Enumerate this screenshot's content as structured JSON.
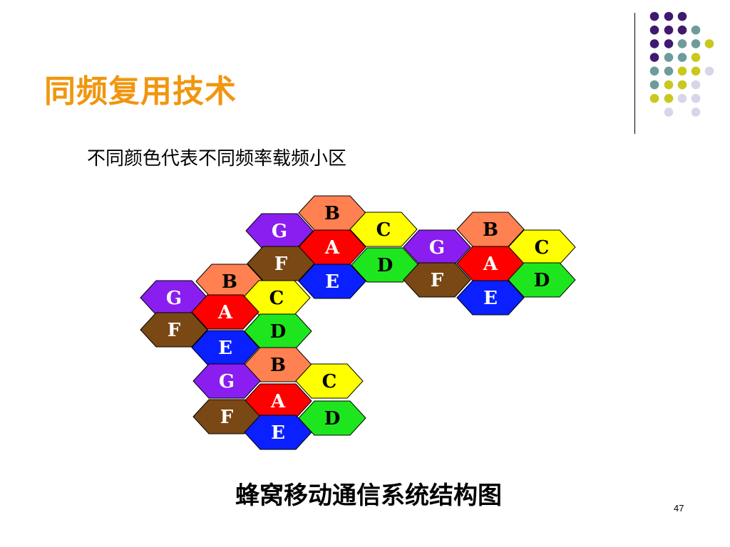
{
  "slide": {
    "title": "同频复用技术",
    "subtitle": "不同颜色代表不同频率载频小区",
    "caption": "蜂窝移动通信系统结构图",
    "page_number": "47"
  },
  "colors": {
    "title": "#f0960f",
    "A": "#ff0000",
    "B": "#ff8050",
    "C": "#ffff00",
    "D": "#1ee61e",
    "E": "#0a20ff",
    "F": "#7a4814",
    "G": "#8a1ef0"
  },
  "label_colors": {
    "A": "#ffffff",
    "B": "#000000",
    "C": "#000000",
    "D": "#000000",
    "E": "#ffffff",
    "F": "#ffffff",
    "G": "#ffffff"
  },
  "decoration": {
    "dot_colors": {
      "purple": "#3f1a6e",
      "teal": "#6e9b9b",
      "lime": "#c8c81e",
      "lavender": "#d6d6e8"
    }
  },
  "clusters": [
    {
      "cells": [
        {
          "label": "B"
        },
        {
          "label": "G"
        },
        {
          "label": "C"
        },
        {
          "label": "A"
        },
        {
          "label": "F"
        },
        {
          "label": "D"
        },
        {
          "label": "E"
        }
      ]
    },
    {
      "cells": [
        {
          "label": "G"
        },
        {
          "label": "B"
        },
        {
          "label": "C"
        },
        {
          "label": "A"
        },
        {
          "label": "F"
        },
        {
          "label": "D"
        },
        {
          "label": "E"
        }
      ]
    },
    {
      "cells": [
        {
          "label": "B"
        },
        {
          "label": "G"
        },
        {
          "label": "C"
        },
        {
          "label": "A"
        },
        {
          "label": "F"
        },
        {
          "label": "D"
        },
        {
          "label": "E"
        }
      ]
    },
    {
      "cells": [
        {
          "label": "B"
        },
        {
          "label": "G"
        },
        {
          "label": "C"
        },
        {
          "label": "A"
        },
        {
          "label": "F"
        },
        {
          "label": "D"
        },
        {
          "label": "E"
        }
      ]
    }
  ]
}
